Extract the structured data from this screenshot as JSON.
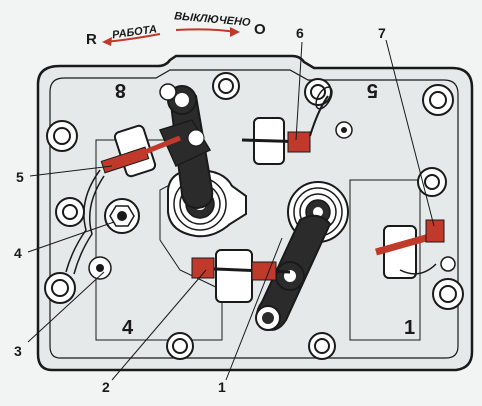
{
  "header": {
    "left_letter": "R",
    "left_word": "РАБОТА",
    "right_word": "ВЫКЛЮЧЕНО",
    "right_letter": "O"
  },
  "housing": {
    "number_top_left": "8",
    "number_top_right": "5",
    "number_bottom_left": "4",
    "number_bottom_right": "1"
  },
  "callouts": [
    "1",
    "2",
    "3",
    "4",
    "5",
    "6",
    "7"
  ],
  "colors": {
    "background": "#f2f4f4",
    "housing_fill": "#e6e9e9",
    "line": "#1a1a1a",
    "lever": "#2b2b2b",
    "accent_red": "#c0392b"
  }
}
